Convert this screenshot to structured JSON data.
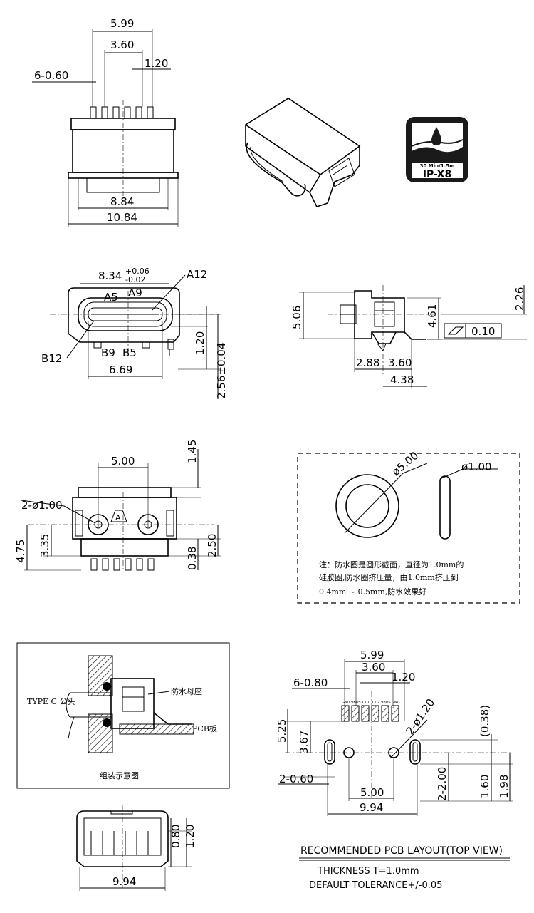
{
  "view_top": {
    "d_599": "5.99",
    "d_360": "3.60",
    "d_120": "1.20",
    "d_6x060": "6-0.60",
    "d_884": "8.84",
    "d_1084": "10.84"
  },
  "badge": {
    "line1": "30 Min/1.5m",
    "line2": "IP-X8"
  },
  "view_front": {
    "d_834": "8.34",
    "tol_plus": "+0.06",
    "tol_minus": "-0.02",
    "a12": "A12",
    "a5": "A5",
    "a9": "A9",
    "b12": "B12",
    "b9": "B9",
    "b5": "B5",
    "d_669": "6.69",
    "d_120": "1.20",
    "d_256": "2.56±0.04"
  },
  "view_side": {
    "d_506": "5.06",
    "d_461": "4.61",
    "d_226": "2.26",
    "d_288": "2.88",
    "d_360": "3.60",
    "d_438": "4.38",
    "flat_tol": "0.10"
  },
  "view_bottom": {
    "d_500": "5.00",
    "d_145": "1.45",
    "d_2x100": "2-ø1.00",
    "d_475": "4.75",
    "d_335": "3.35",
    "d_038": "0.38",
    "d_250": "2.50"
  },
  "gasket": {
    "d_500": "ø5.00",
    "d_100": "ø1.00",
    "note1": "注：防水圈是圆形截面，直径为1.0mm的",
    "note2": "硅胶圈,防水圈挤压量，由1.0mm挤压到",
    "note3": "0.4mm ~ 0.5mm,防水效果好"
  },
  "assembly": {
    "plug_label": "TYPE C 公头",
    "socket_label": "防水母座",
    "pcb_label": "PCB板",
    "caption": "组装示意图"
  },
  "pcb": {
    "d_599": "5.99",
    "d_360": "3.60",
    "d_120": "1.20",
    "d_6x080": "6-0.80",
    "d_2x120": "2-ø1.20",
    "d_525": "5.25",
    "d_367": "3.67",
    "d_038": "(0.38)",
    "d_2x060": "2-0.60",
    "d_500": "5.00",
    "d_994": "9.94",
    "d_2x200": "2-2.00",
    "d_160": "1.60",
    "d_198": "1.98",
    "pads": [
      "GND",
      "VBUS",
      "CC1",
      "CC2",
      "VBUS",
      "GND"
    ]
  },
  "view_end": {
    "d_080": "0.80",
    "d_120": "1.20",
    "d_994": "9.94"
  },
  "footer": {
    "title": "RECOMMENDED PCB LAYOUT(TOP VIEW)",
    "thickness": "THICKNESS T=1.0mm",
    "tolerance": "DEFAULT TOLERANCE+/-0.05"
  }
}
